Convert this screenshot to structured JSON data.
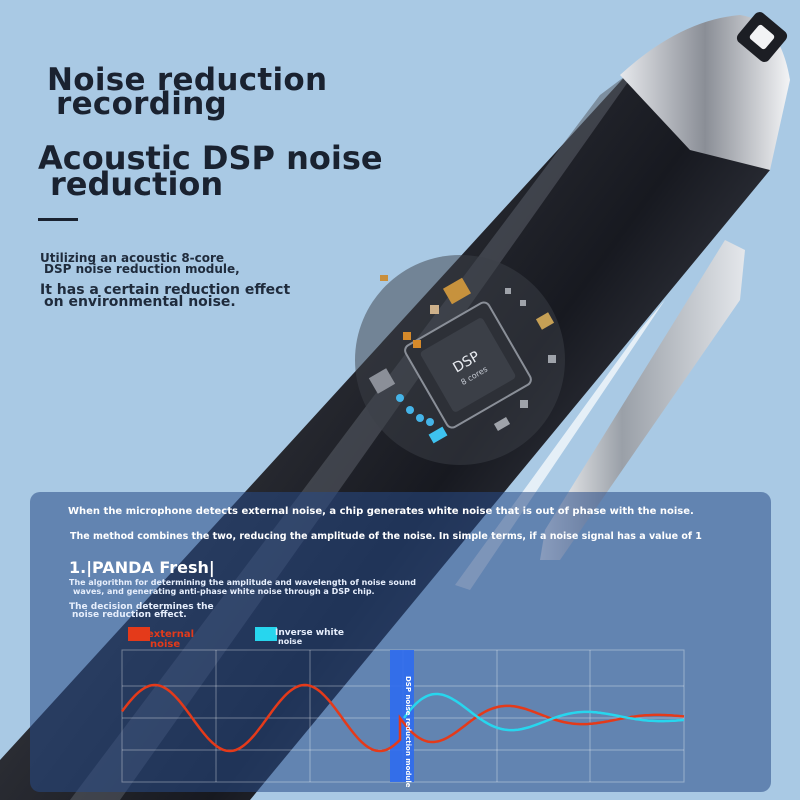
{
  "headline": {
    "line1": "Noise reduction",
    "line2": "recording"
  },
  "subheadline": {
    "line1": "Acoustic DSP noise",
    "line2": "reduction"
  },
  "intro": {
    "line1": "Utilizing an acoustic 8-core",
    "line2": "DSP noise reduction module,",
    "line3": "It has a certain reduction effect",
    "line4": "on environmental noise."
  },
  "chip": {
    "label": "DSP",
    "sublabel": "8 cores"
  },
  "panel": {
    "line1": "When the microphone detects external noise, a chip generates white noise that is out of phase with the noise.",
    "line2": "The method combines the two, reducing the amplitude of the noise. In simple terms, if a noise signal has a value of 1",
    "title": "1.|PANDA Fresh|",
    "desc1": "The algorithm for determining the amplitude and wavelength of noise sound",
    "desc2": "waves, and generating anti-phase white noise through a DSP chip.",
    "decision1": "The decision determines the",
    "decision2": "noise reduction effect."
  },
  "legend": {
    "external_line1": "external",
    "external_line2": "noise",
    "inverse_line1": "Inverse white",
    "inverse_line2": "noise",
    "external_color": "#e43a1a",
    "inverse_color": "#27d6ee"
  },
  "module_label": "DSP noise reduction module",
  "colors": {
    "background": "#a9c9e4",
    "panel": "#284b87",
    "module_bar": "#2f6cf0"
  }
}
